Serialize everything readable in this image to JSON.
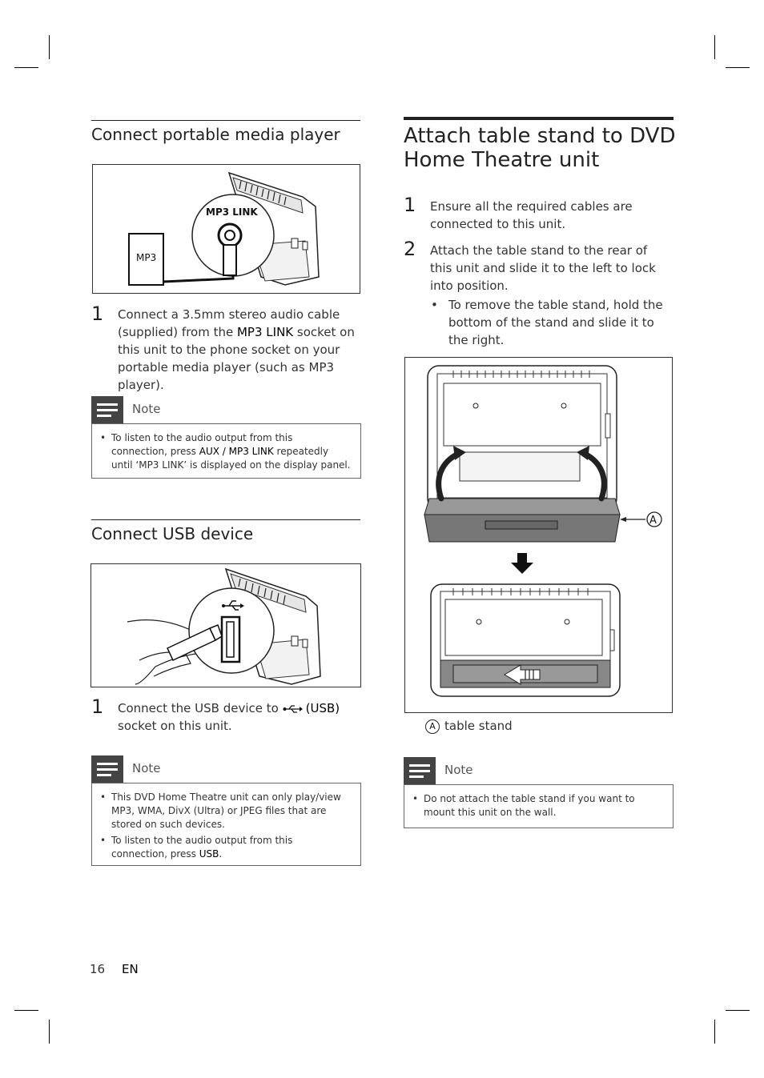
{
  "left": {
    "section1": {
      "heading": "Connect portable media player",
      "figure": {
        "socket_label": "MP3 LINK",
        "device_label": "MP3"
      },
      "step": {
        "number": "1",
        "text_before": "Connect a 3.5mm stereo audio cable (supplied) from the ",
        "highlight": "MP3 LINK",
        "text_after": " socket on this unit to the phone socket on your portable media player (such as MP3 player)."
      },
      "note": {
        "label": "Note",
        "items": [
          {
            "before": "To listen to the audio output from this connection, press ",
            "highlight": "AUX / MP3 LINK",
            "after": " repeatedly until ‘MP3 LINK’ is displayed on the display panel."
          }
        ]
      }
    },
    "section2": {
      "heading": "Connect USB device",
      "step": {
        "number": "1",
        "text_before": "Connect the USB device to ",
        "highlight": "(USB)",
        "text_after": " socket on this unit."
      },
      "note": {
        "label": "Note",
        "items": [
          {
            "before": "This DVD Home Theatre unit can only play/view MP3, WMA, DivX (Ultra) or JPEG files that are stored on such devices.",
            "highlight": "",
            "after": ""
          },
          {
            "before": "To listen to the audio output from this connection, press ",
            "highlight": "USB",
            "after": "."
          }
        ]
      }
    }
  },
  "right": {
    "heading": "Attach table stand to DVD Home Theatre unit",
    "steps": [
      {
        "number": "1",
        "text": "Ensure all the required cables are connected to this unit."
      },
      {
        "number": "2",
        "text": "Attach the table stand to the rear of this unit and slide it to the left to lock into position."
      }
    ],
    "sub_bullet": "To remove the table stand, hold the bottom of the stand and slide it to the right.",
    "figure": {
      "callout": "A"
    },
    "legend": {
      "marker": "A",
      "text": "table stand"
    },
    "note": {
      "label": "Note",
      "items": [
        {
          "before": "Do not attach the table stand if you want to mount this unit on the wall.",
          "highlight": "",
          "after": ""
        }
      ]
    }
  },
  "footer": {
    "page_number": "16",
    "language": "EN"
  }
}
